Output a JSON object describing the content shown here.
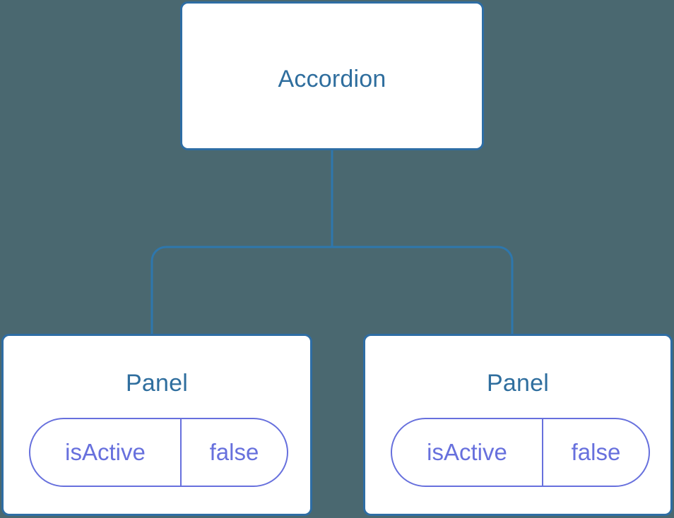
{
  "diagram": {
    "type": "component-tree",
    "background_color": "#4a6870",
    "node_border_color": "#2e6da4",
    "node_fill_color": "#ffffff",
    "node_title_color": "#2f6e9e",
    "connector_color": "#2e77ad",
    "pill_color": "#6770dd",
    "root": {
      "title": "Accordion"
    },
    "children": [
      {
        "title": "Panel",
        "state": {
          "key": "isActive",
          "value": "false"
        }
      },
      {
        "title": "Panel",
        "state": {
          "key": "isActive",
          "value": "false"
        }
      }
    ]
  }
}
